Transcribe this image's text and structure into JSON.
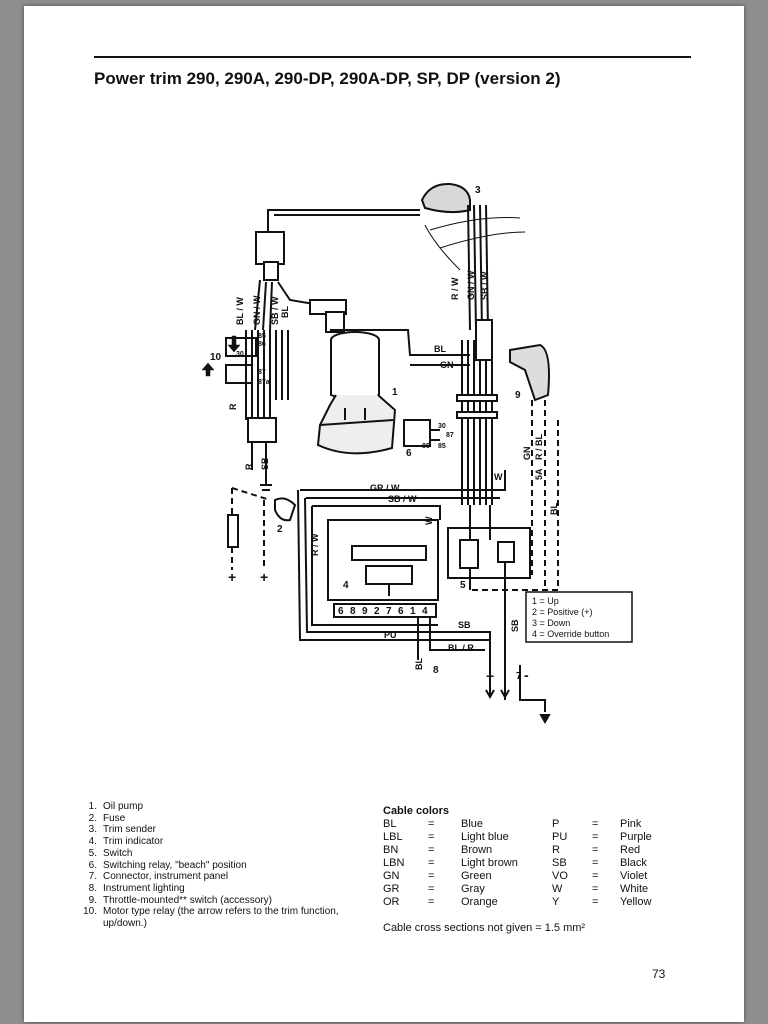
{
  "page": {
    "title": "Power trim 290, 290A, 290-DP, 290A-DP, SP, DP (version 2)",
    "page_number": "73"
  },
  "diagram": {
    "callouts": [
      "1",
      "2",
      "3",
      "4",
      "5",
      "6",
      "7",
      "8",
      "9",
      "10"
    ],
    "wire_labels": [
      "BL / W",
      "GN / W",
      "SB / W",
      "BL",
      "R / W",
      "GN",
      "SB / W",
      "GR / W",
      "R / W",
      "W",
      "W",
      "GN",
      "5A",
      "R / BL",
      "BL",
      "R",
      "SB",
      "SB",
      "R",
      "BL",
      "PU",
      "SB",
      "BL / R",
      "SB"
    ],
    "terminals": [
      "85",
      "86",
      "87",
      "87a",
      "30",
      "30",
      "87",
      "86",
      "85",
      "6",
      "8",
      "9",
      "2",
      "7",
      "6",
      "1",
      "4"
    ],
    "switch_key": [
      "1 = Up",
      "2 = Positive (+)",
      "3 = Down",
      "4 = Override button"
    ],
    "signs": [
      "+",
      "+",
      "+",
      "-"
    ]
  },
  "components": [
    {
      "num": "1.",
      "text": "Oil pump"
    },
    {
      "num": "2.",
      "text": "Fuse"
    },
    {
      "num": "3.",
      "text": "Trim sender"
    },
    {
      "num": "4.",
      "text": "Trim indicator"
    },
    {
      "num": "5.",
      "text": "Switch"
    },
    {
      "num": "6.",
      "text": "Switching relay, \"beach\" position"
    },
    {
      "num": "7.",
      "text": "Connector, instrument panel"
    },
    {
      "num": "8.",
      "text": "Instrument lighting"
    },
    {
      "num": "9.",
      "text": "Throttle-mounted** switch (accessory)"
    },
    {
      "num": "10.",
      "text": "Motor type relay (the arrow refers to the trim function, up/down.)"
    }
  ],
  "cable_colors": {
    "title": "Cable colors",
    "rows": [
      {
        "code1": "BL",
        "eq1": "=",
        "name1": "Blue",
        "code2": "P",
        "eq2": "=",
        "name2": "Pink"
      },
      {
        "code1": "LBL",
        "eq1": "=",
        "name1": "Light blue",
        "code2": "PU",
        "eq2": "=",
        "name2": "Purple"
      },
      {
        "code1": "BN",
        "eq1": "=",
        "name1": "Brown",
        "code2": "R",
        "eq2": "=",
        "name2": "Red"
      },
      {
        "code1": "LBN",
        "eq1": "=",
        "name1": "Light brown",
        "code2": "SB",
        "eq2": "=",
        "name2": "Black"
      },
      {
        "code1": "GN",
        "eq1": "=",
        "name1": "Green",
        "code2": "VO",
        "eq2": "=",
        "name2": "Violet"
      },
      {
        "code1": "GR",
        "eq1": "=",
        "name1": "Gray",
        "code2": "W",
        "eq2": "=",
        "name2": "White"
      },
      {
        "code1": "OR",
        "eq1": "=",
        "name1": "Orange",
        "code2": "Y",
        "eq2": "=",
        "name2": "Yellow"
      }
    ],
    "note": "Cable cross sections not given = 1.5 mm²"
  }
}
